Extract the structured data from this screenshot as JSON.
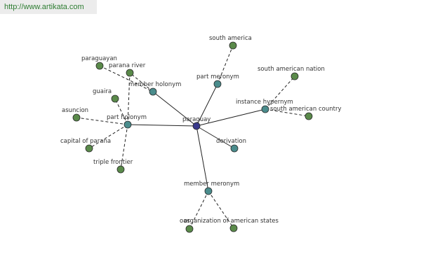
{
  "header": {
    "url": "http://www.artikata.com"
  },
  "colors": {
    "center": "#3a3a8c",
    "relation": "#4a8c8c",
    "leaf": "#5a8a4a",
    "edge": "#222222",
    "node_stroke": "#2a2a2a"
  },
  "nodes": [
    {
      "id": "paraguay",
      "label": "paraguay",
      "kind": "center"
    },
    {
      "id": "part-meronym",
      "label": "part meronym",
      "kind": "relation"
    },
    {
      "id": "instance-hypernym",
      "label": "instance hypernym",
      "kind": "relation"
    },
    {
      "id": "derivation",
      "label": "derivation",
      "kind": "relation"
    },
    {
      "id": "member-meronym",
      "label": "member meronym",
      "kind": "relation"
    },
    {
      "id": "part-holonym",
      "label": "part holonym",
      "kind": "relation"
    },
    {
      "id": "member-holonym",
      "label": "member holonym",
      "kind": "relation"
    },
    {
      "id": "south-america",
      "label": "south america",
      "kind": "leaf"
    },
    {
      "id": "south-american-nation",
      "label": "south american nation",
      "kind": "leaf"
    },
    {
      "id": "south-american-country",
      "label": "south american country",
      "kind": "leaf"
    },
    {
      "id": "organization-of-american-states",
      "label": "organization of american states",
      "kind": "leaf"
    },
    {
      "id": "oas",
      "label": "oas",
      "kind": "leaf"
    },
    {
      "id": "paraguayan",
      "label": "paraguayan",
      "kind": "leaf"
    },
    {
      "id": "parana-river",
      "label": "parana river",
      "kind": "leaf"
    },
    {
      "id": "guaira",
      "label": "guaira",
      "kind": "leaf"
    },
    {
      "id": "asuncion",
      "label": "asuncion",
      "kind": "leaf"
    },
    {
      "id": "capital-of-parana",
      "label": "capital of parana",
      "kind": "leaf"
    },
    {
      "id": "triple-frontier",
      "label": "triple frontier",
      "kind": "leaf"
    }
  ],
  "edges": [
    {
      "from": "paraguay",
      "to": "part-meronym",
      "style": "solid"
    },
    {
      "from": "paraguay",
      "to": "instance-hypernym",
      "style": "solid"
    },
    {
      "from": "paraguay",
      "to": "derivation",
      "style": "solid"
    },
    {
      "from": "paraguay",
      "to": "member-meronym",
      "style": "solid"
    },
    {
      "from": "paraguay",
      "to": "part-holonym",
      "style": "solid"
    },
    {
      "from": "paraguay",
      "to": "member-holonym",
      "style": "solid"
    },
    {
      "from": "part-meronym",
      "to": "south-america",
      "style": "dashed"
    },
    {
      "from": "instance-hypernym",
      "to": "south-american-nation",
      "style": "dashed"
    },
    {
      "from": "instance-hypernym",
      "to": "south-american-country",
      "style": "dashed"
    },
    {
      "from": "member-meronym",
      "to": "organization-of-american-states",
      "style": "dashed"
    },
    {
      "from": "member-meronym",
      "to": "oas",
      "style": "dashed"
    },
    {
      "from": "member-holonym",
      "to": "parana-river",
      "style": "dashed"
    },
    {
      "from": "part-holonym",
      "to": "parana-river",
      "style": "dashed"
    },
    {
      "from": "part-holonym",
      "to": "guaira",
      "style": "dashed"
    },
    {
      "from": "part-holonym",
      "to": "asuncion",
      "style": "dashed"
    },
    {
      "from": "part-holonym",
      "to": "capital-of-parana",
      "style": "dashed"
    },
    {
      "from": "part-holonym",
      "to": "triple-frontier",
      "style": "dashed"
    },
    {
      "from": "paraguayan",
      "to": "member-holonym",
      "style": "dashed"
    }
  ]
}
